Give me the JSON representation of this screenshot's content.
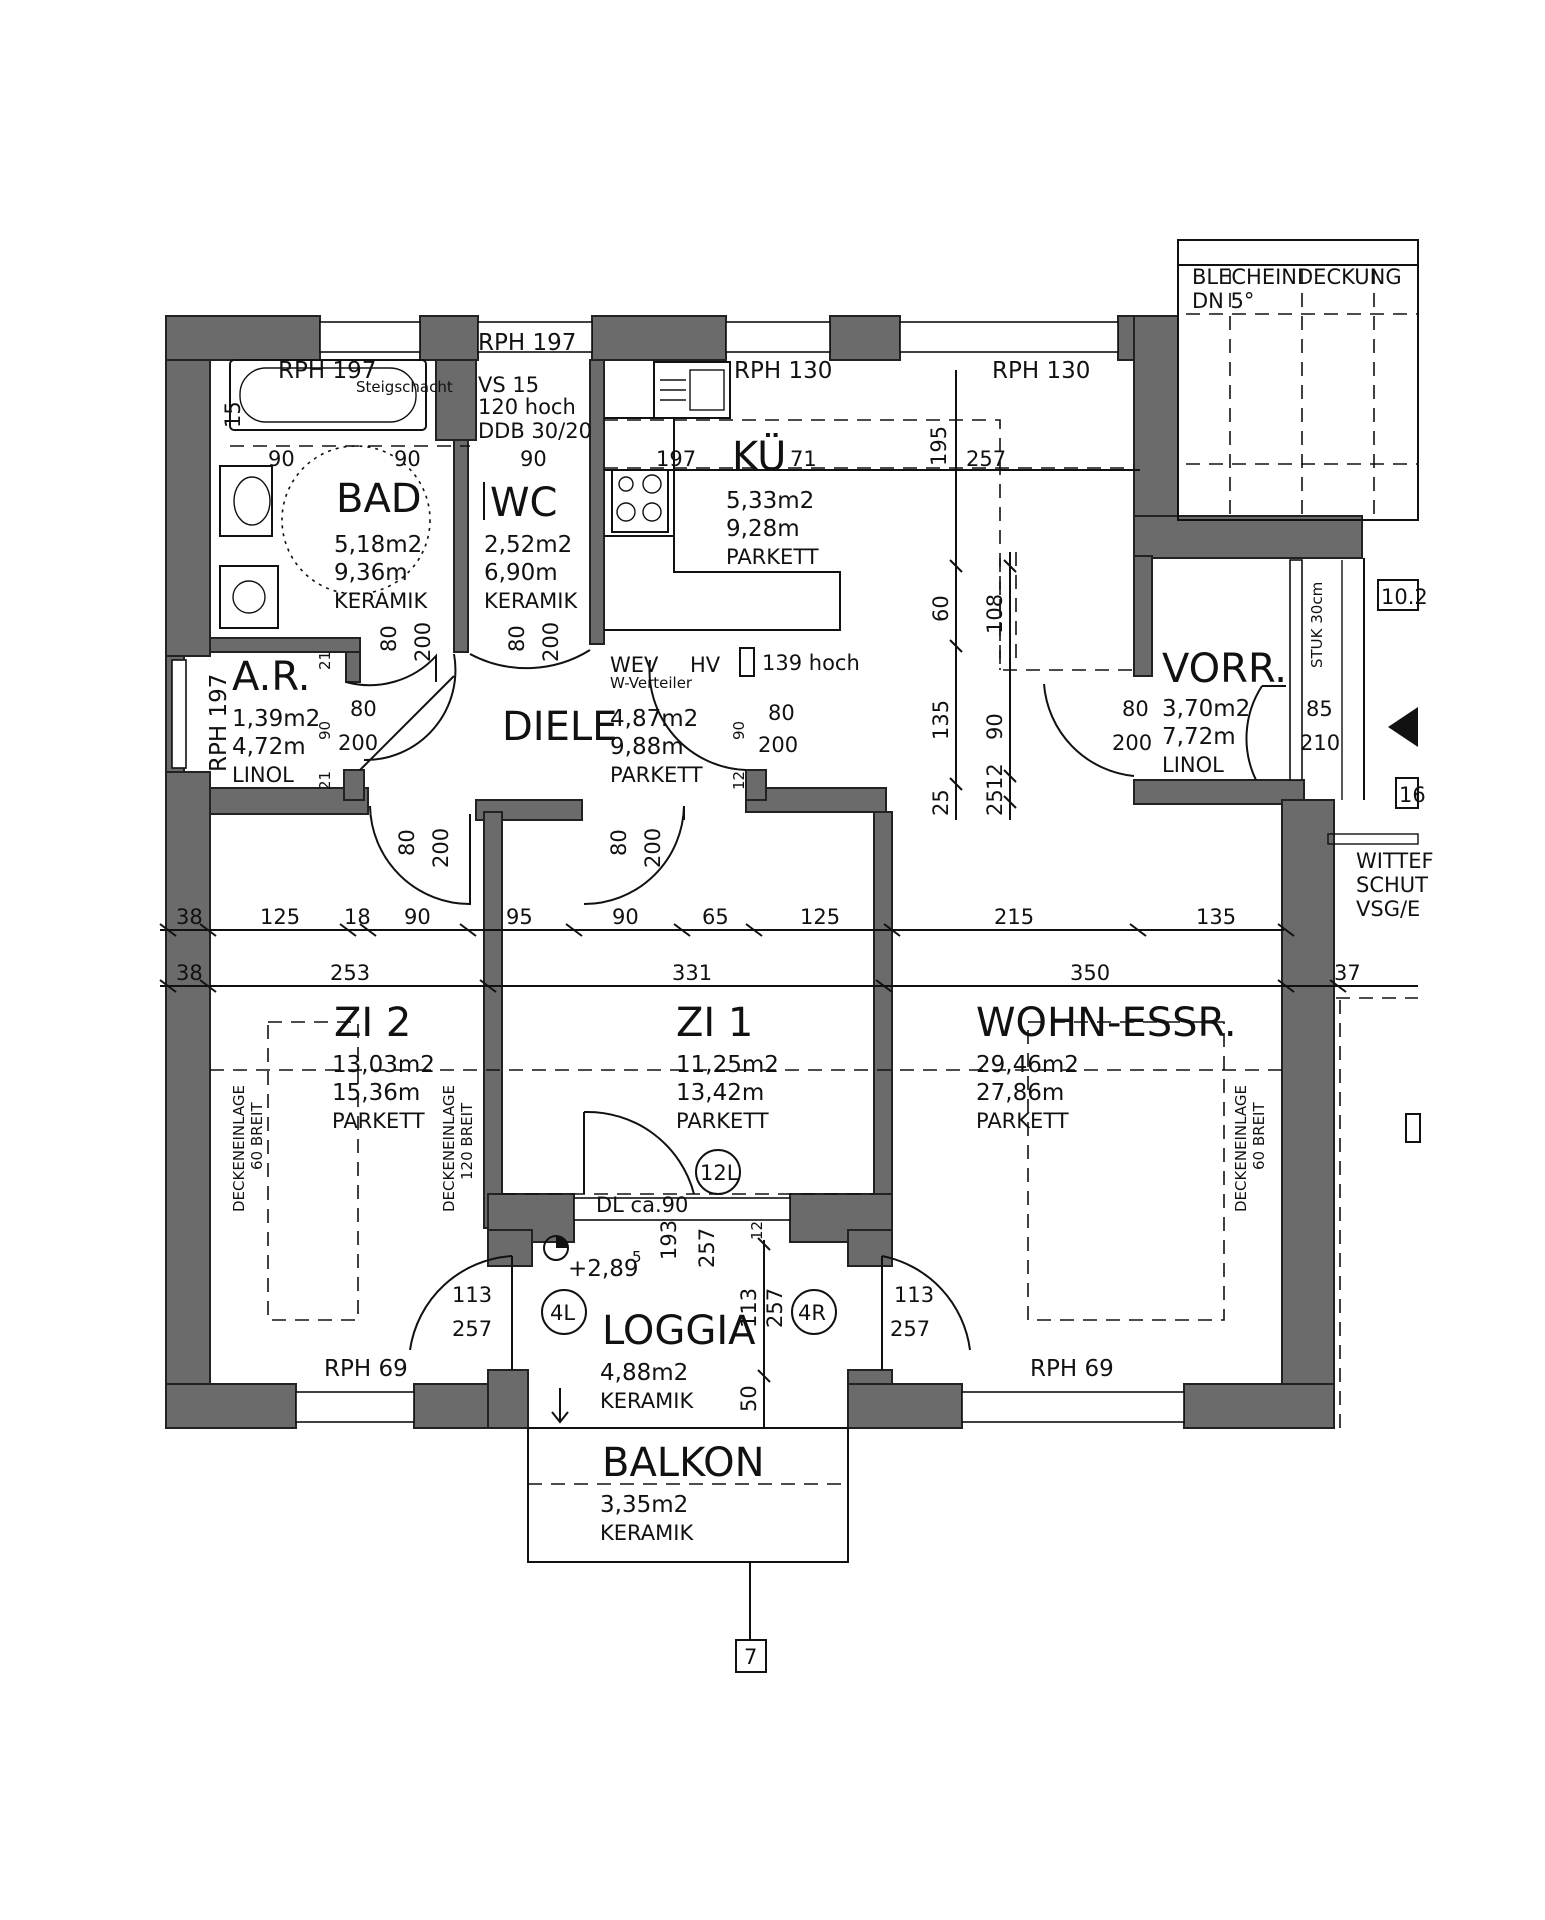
{
  "rooms": [
    {
      "id": "bad",
      "name": "BAD",
      "area": "5,18m2",
      "perimeter": "9,36m",
      "floor": "KERAMIK"
    },
    {
      "id": "wc",
      "name": "WC",
      "area": "2,52m2",
      "perimeter": "6,90m",
      "floor": "KERAMIK"
    },
    {
      "id": "kueche",
      "name": "KÜ",
      "area": "5,33m2",
      "perimeter": "9,28m",
      "floor": "PARKETT"
    },
    {
      "id": "ar",
      "name": "A.R.",
      "area": "1,39m2",
      "perimeter": "4,72m",
      "floor": "LINOL"
    },
    {
      "id": "diele",
      "name": "DIELE",
      "area": "4,87m2",
      "perimeter": "9,88m",
      "floor": "PARKETT"
    },
    {
      "id": "vorr",
      "name": "VORR.",
      "area": "3,70m2",
      "perimeter": "7,72m",
      "floor": "LINOL"
    },
    {
      "id": "zi2",
      "name": "ZI 2",
      "area": "13,03m2",
      "perimeter": "15,36m",
      "floor": "PARKETT"
    },
    {
      "id": "zi1",
      "name": "ZI 1",
      "area": "11,25m2",
      "perimeter": "13,42m",
      "floor": "PARKETT"
    },
    {
      "id": "wohn",
      "name": "WOHN-ESSR.",
      "area": "29,46m2",
      "perimeter": "27,86m",
      "floor": "PARKETT"
    },
    {
      "id": "loggia",
      "name": "LOGGIA",
      "area": "4,88m2",
      "floor": "KERAMIK"
    },
    {
      "id": "balkon",
      "name": "BALKON",
      "area": "3,35m2",
      "floor": "KERAMIK"
    }
  ],
  "labels": {
    "blech1": "BLECHEINDECKUNG",
    "blech2": "DN 5°",
    "rph197_a": "RPH 197",
    "rph197_b": "RPH 197",
    "rph197_c": "RPH 197",
    "rph130_a": "RPH 130",
    "rph130_b": "RPH 130",
    "rph69_a": "RPH 69",
    "rph69_b": "RPH 69",
    "steig": "Steigschacht",
    "vs": "VS 15",
    "vs2": "120 hoch",
    "ddb": "DDB 30/20",
    "wev": "WEV",
    "wvert": "W-Verteiler",
    "hv": "HV",
    "hoch139": "139 hoch",
    "stuk": "STUK 30cm",
    "ref102": "10.2",
    "ref16": "16",
    "witter1": "WITTEF",
    "witter2": "SCHUT",
    "witter3": "VSG/E",
    "dl": "DL ca.90",
    "level": "+2,89",
    "level_sup": "5",
    "c12l": "12L",
    "c4l": "4L",
    "c4r": "4R",
    "section": "7",
    "decke1a": "DECKENEINLAGE",
    "decke1b": "60 BREIT",
    "decke2a": "DECKENEINLAGE",
    "decke2b": "120 BREIT",
    "decke3a": "DECKENEINLAGE",
    "decke3b": "60 BREIT"
  },
  "dims": {
    "d15": "15",
    "d90a": "90",
    "d90b": "90",
    "d197": "197",
    "d71": "71",
    "d195": "195",
    "d257a": "257",
    "d80a": "80",
    "d200a": "200",
    "d80b": "80",
    "d200b": "200",
    "d21a": "21",
    "d21b": "21",
    "d80c": "80",
    "d200c": "200",
    "d90c": "90",
    "d12a": "12",
    "d80d": "80",
    "d200d": "200",
    "d90d": "90",
    "d12b": "12",
    "d80e": "80",
    "d200e": "200",
    "d80f": "80",
    "d200f": "200",
    "d80g": "80",
    "d200g": "200",
    "d85": "85",
    "d210": "210",
    "d60": "60",
    "d108": "108",
    "d135": "135",
    "d90e": "90",
    "d25a": "25",
    "d25b": "25",
    "d12c": "12",
    "r1_38": "38",
    "r1_125a": "125",
    "r1_18": "18",
    "r1_90a": "90",
    "r1_95": "95",
    "r1_90b": "90",
    "r1_65": "65",
    "r1_125b": "125",
    "r1_215": "215",
    "r1_135": "135",
    "r2_38": "38",
    "r2_253": "253",
    "r2_331": "331",
    "r2_350": "350",
    "r2_37": "37",
    "d193": "193",
    "d257b": "257",
    "d12d": "12",
    "d113v": "113",
    "d257c": "257",
    "d50": "50",
    "d113a": "113",
    "d257d": "257",
    "d113b": "113",
    "d257e": "257"
  }
}
